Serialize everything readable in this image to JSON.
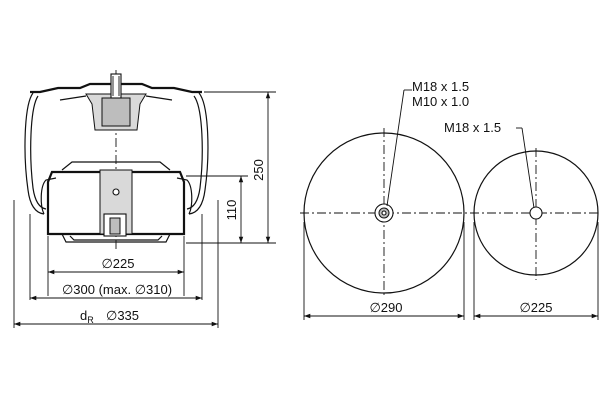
{
  "drawing": {
    "dimensions": {
      "height_total": "250",
      "height_piston": "110",
      "dia_piston": "∅225",
      "dia_body": "∅300 (max. ∅310)",
      "dia_roll_prefix": "d",
      "dia_roll_sub": "R",
      "dia_roll": "∅335",
      "dia_top_plate": "∅290",
      "dia_bottom_plate": "∅225"
    },
    "threads": {
      "top_line1": "M18 x 1.5",
      "top_line2": "M10 x 1.0",
      "bottom": "M18 x 1.5"
    }
  }
}
